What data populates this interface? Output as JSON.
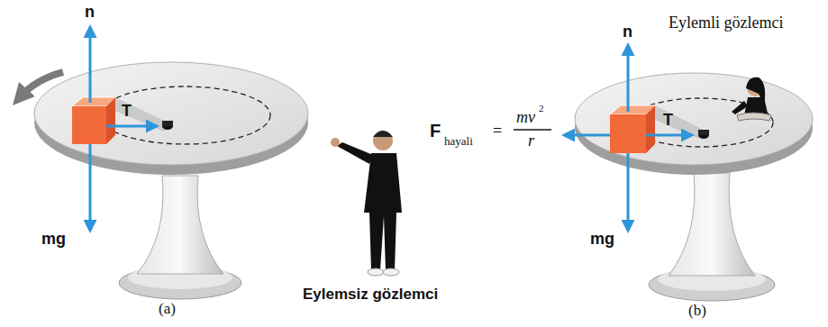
{
  "diagram": {
    "labels": [
      "n",
      "T",
      "mg",
      "(a)",
      "Eylemsiz gözlemci",
      "Eylemli gözlemci",
      "n",
      "F",
      "hayali",
      "=",
      "mv",
      "2",
      "r",
      "T",
      "mg",
      "(b)"
    ]
  }
}
